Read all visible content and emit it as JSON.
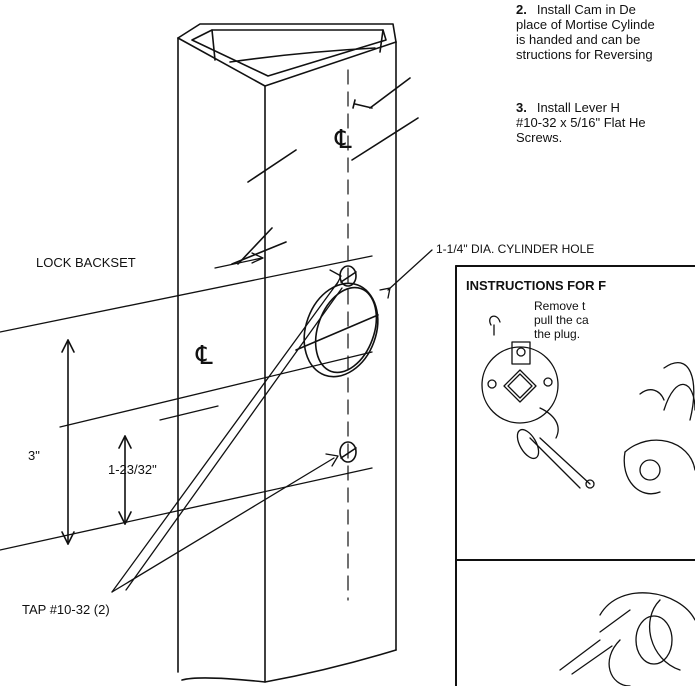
{
  "steps": [
    {
      "number": "2.",
      "lines": [
        "Install Cam in De",
        "place of Mortise Cylinde",
        "is handed and can be",
        "structions for Reversing"
      ]
    },
    {
      "number": "3.",
      "lines": [
        "Install Lever H",
        "#10-32 x 5/16\" Flat He",
        "Screws."
      ]
    }
  ],
  "labels": {
    "lock_backset": "LOCK BACKSET",
    "cylinder_hole": "1-1/4\" DIA. CYLINDER HOLE",
    "dim_3": "3\"",
    "dim_1_23_32": "1-23/32\"",
    "tap": "TAP #10-32 (2)",
    "centerline_symbol": "℄"
  },
  "inset": {
    "title": "INSTRUCTIONS FOR F",
    "note_lines": [
      "Remove t",
      "pull the ca",
      "the plug."
    ]
  }
}
